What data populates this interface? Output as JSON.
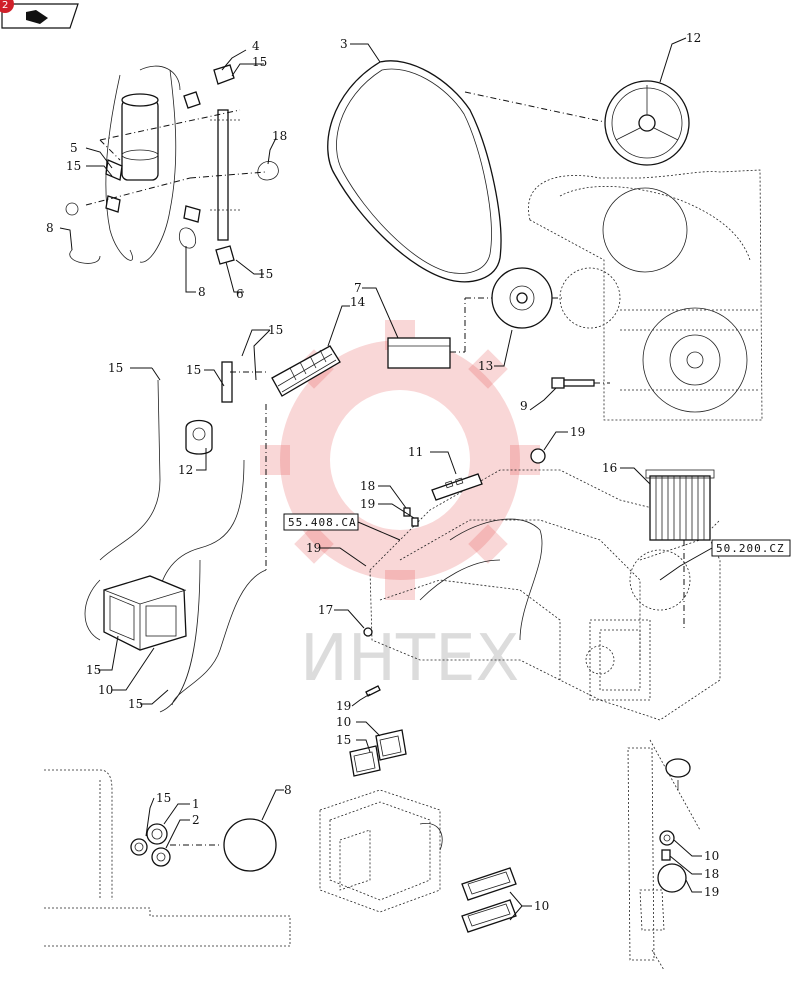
{
  "diagram": {
    "corner_badge": "2",
    "watermark_text": "ИНТЕХ",
    "ref_boxes": [
      "55.408.CA",
      "50.200.CZ"
    ],
    "labels": {
      "n1": "1",
      "n2": "2",
      "n3": "3",
      "n4": "4",
      "n5": "5",
      "n6": "6",
      "n7": "7",
      "n8": "8",
      "n9": "9",
      "n10": "10",
      "n11": "11",
      "n12": "12",
      "n13": "13",
      "n14": "14",
      "n15": "15",
      "n16": "16",
      "n17": "17",
      "n18": "18",
      "n19": "19"
    }
  }
}
